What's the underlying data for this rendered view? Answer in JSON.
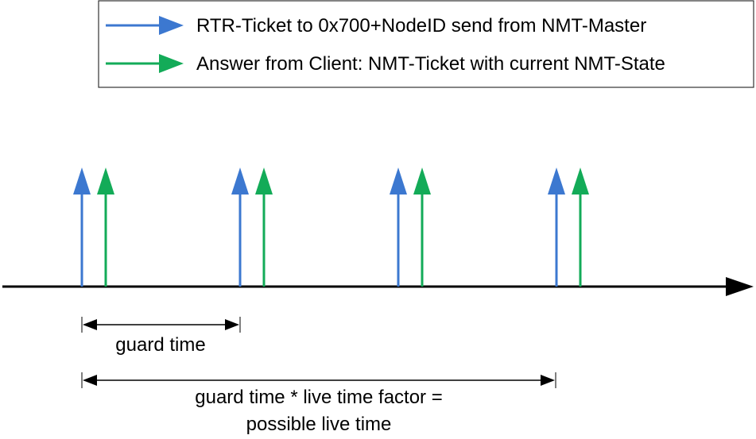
{
  "legend": {
    "items": [
      {
        "label": "RTR-Ticket to 0x700+NodeID send from NMT-Master",
        "color": "#3c78d0"
      },
      {
        "label": "Answer from Client: NMT-Ticket with current NMT-State",
        "color": "#13ab58"
      }
    ]
  },
  "timeline": {
    "cycles": 4,
    "request_color": "#3c78d0",
    "answer_color": "#13ab58",
    "axis_color": "#000000"
  },
  "intervals": {
    "guard_time": {
      "label": "guard time",
      "span_cycles": 1
    },
    "life_time": {
      "label_line1": "guard time * live time factor =",
      "label_line2": "possible live time",
      "span_cycles": 3
    }
  }
}
